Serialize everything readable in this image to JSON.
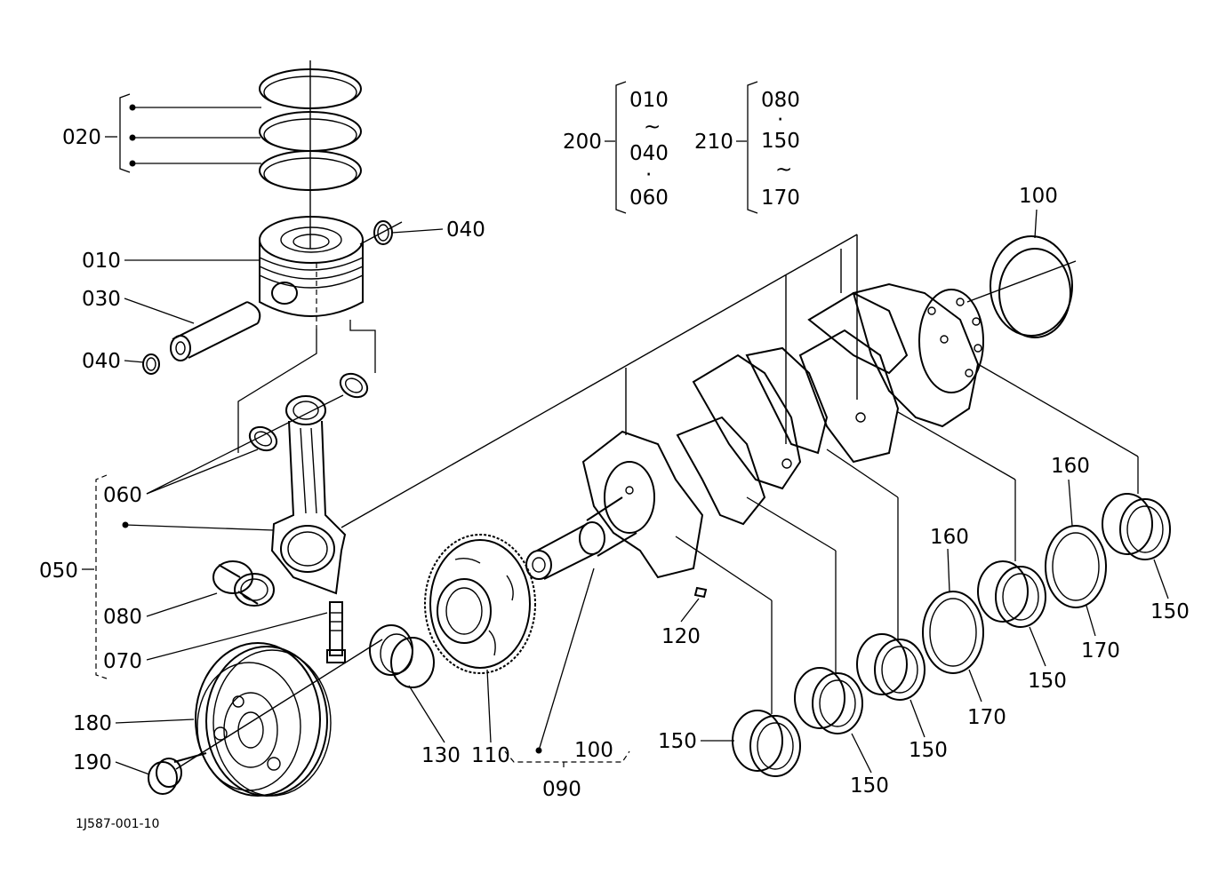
{
  "diagram": {
    "drawing_id": "1J587-001-10",
    "part_labels": {
      "p020": "020",
      "p010": "010",
      "p030": "030",
      "p040_top": "040",
      "p040_left": "040",
      "p060": "060",
      "p050": "050",
      "p080": "080",
      "p070": "070",
      "p180": "180",
      "p190": "190",
      "p130": "130",
      "p110": "110",
      "p100_bottom": "100",
      "p090": "090",
      "p120": "120",
      "p100_top": "100",
      "p150_a": "150",
      "p150_b": "150",
      "p150_c": "150",
      "p150_d": "150",
      "p150_e": "150",
      "p160_a": "160",
      "p160_b": "160",
      "p170_a": "170",
      "p170_b": "170"
    },
    "set_200": {
      "label": "200",
      "items": [
        "010",
        "~",
        "040",
        "·",
        "060"
      ]
    },
    "set_210": {
      "label": "210",
      "items": [
        "080",
        "·",
        "150",
        "~",
        "170"
      ]
    }
  }
}
